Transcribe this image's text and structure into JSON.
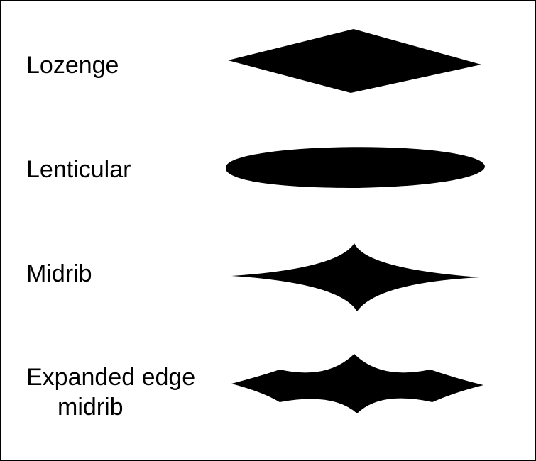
{
  "colors": {
    "shape_fill": "#000000",
    "background": "#ffffff",
    "text": "#000000",
    "border": "#000000"
  },
  "rows": [
    {
      "id": "lozenge",
      "label": "Lozenge"
    },
    {
      "id": "lenticular",
      "label": "Lenticular"
    },
    {
      "id": "midrib",
      "label": "Midrib"
    },
    {
      "id": "expanded-edge-midrib",
      "label_line1": "Expanded edge",
      "label_line2": "midrib"
    }
  ]
}
